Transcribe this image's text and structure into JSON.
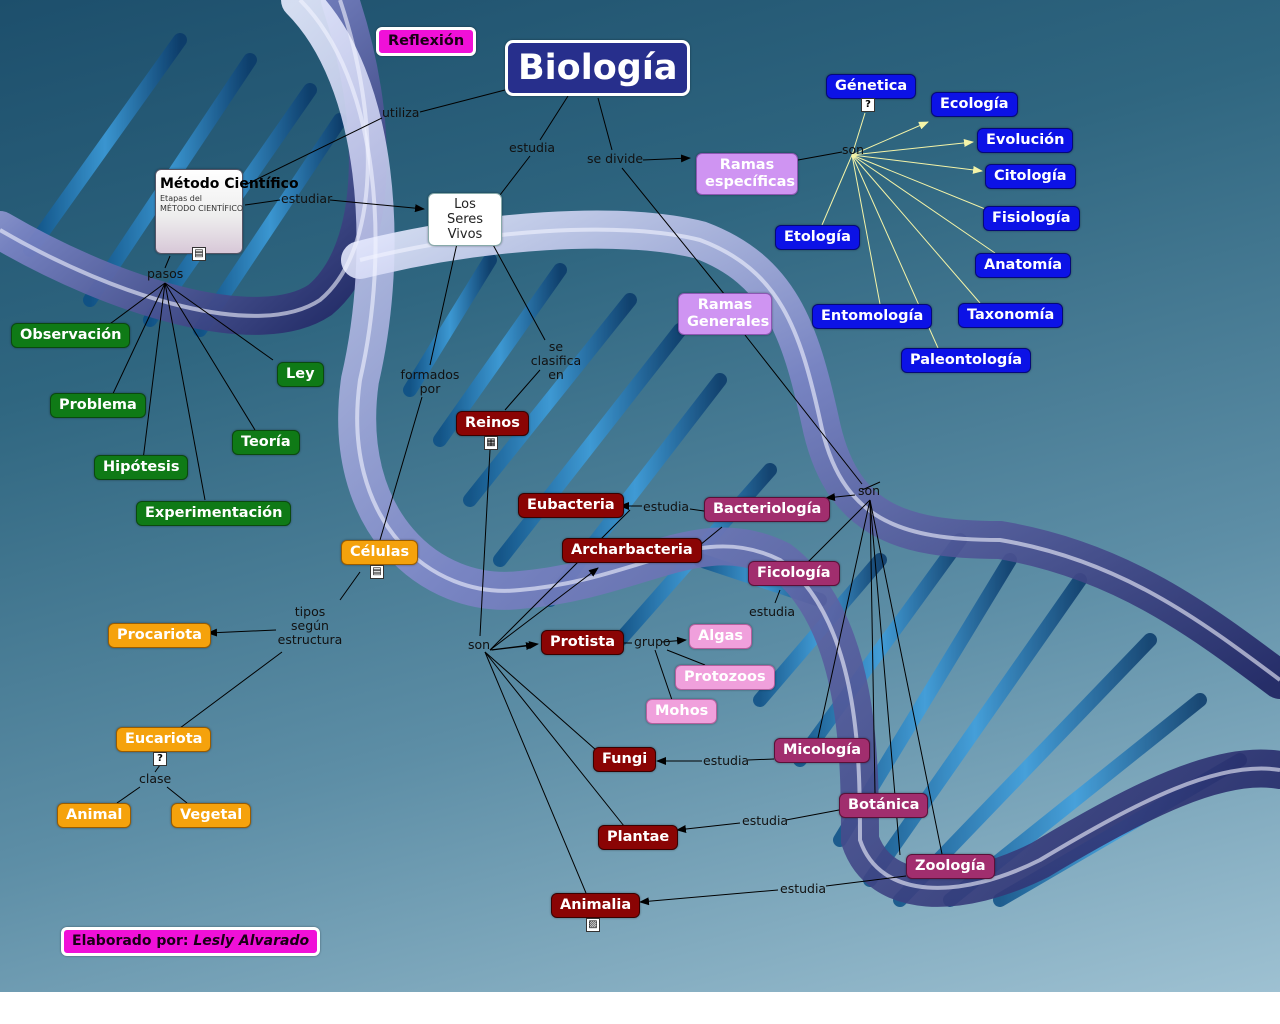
{
  "title": "Biología",
  "reflexion": "Reflexión",
  "footer": {
    "label": "Elaborado por:",
    "author": "Lesly Alvarado"
  },
  "metodo": {
    "title": "Método Científico",
    "image_caption_1": "Etapas del",
    "image_caption_2": "MÉTODO CIENTÍFICO"
  },
  "seres_vivos": "Los Seres Vivos",
  "pasos": [
    "Observación",
    "Problema",
    "Hipótesis",
    "Experimentación",
    "Teoría",
    "Ley"
  ],
  "ramas_especificas": "Ramas específicas",
  "especificas": [
    "Génetica",
    "Ecología",
    "Evolución",
    "Citología",
    "Fisiología",
    "Anatomía",
    "Taxonomía",
    "Paleontología",
    "Entomología",
    "Etología"
  ],
  "ramas_generales": "Ramas Generales",
  "generales": [
    "Bacteriología",
    "Ficología",
    "Micología",
    "Botánica",
    "Zoología"
  ],
  "reinos": "Reinos",
  "reinos_list": [
    "Eubacteria",
    "Archarbacteria",
    "Protista",
    "Fungi",
    "Plantae",
    "Animalia"
  ],
  "grupos": [
    "Algas",
    "Protozoos",
    "Mohos"
  ],
  "celulas": "Células",
  "celula_tipos": [
    "Procariota",
    "Eucariota"
  ],
  "clases": [
    "Animal",
    "Vegetal"
  ],
  "labels": {
    "utiliza": "utiliza",
    "estudia": "estudia",
    "se_divide": "se divide",
    "estudiar": "estudiar",
    "pasos": "pasos",
    "son": "son",
    "se_clasifica": "se clasifica en",
    "formados": "formados por",
    "tipos": "tipos según estructura",
    "clase": "clase",
    "grupo": "grupo"
  },
  "colors": {
    "green": "#0f7a16",
    "blue": "#0c12e6",
    "orange": "#f5a20c",
    "red": "#8a0404",
    "purple": "#a12e6e",
    "lilac": "#cf94f2",
    "pink": "#f0a0dc",
    "magenta": "#f010d8"
  }
}
